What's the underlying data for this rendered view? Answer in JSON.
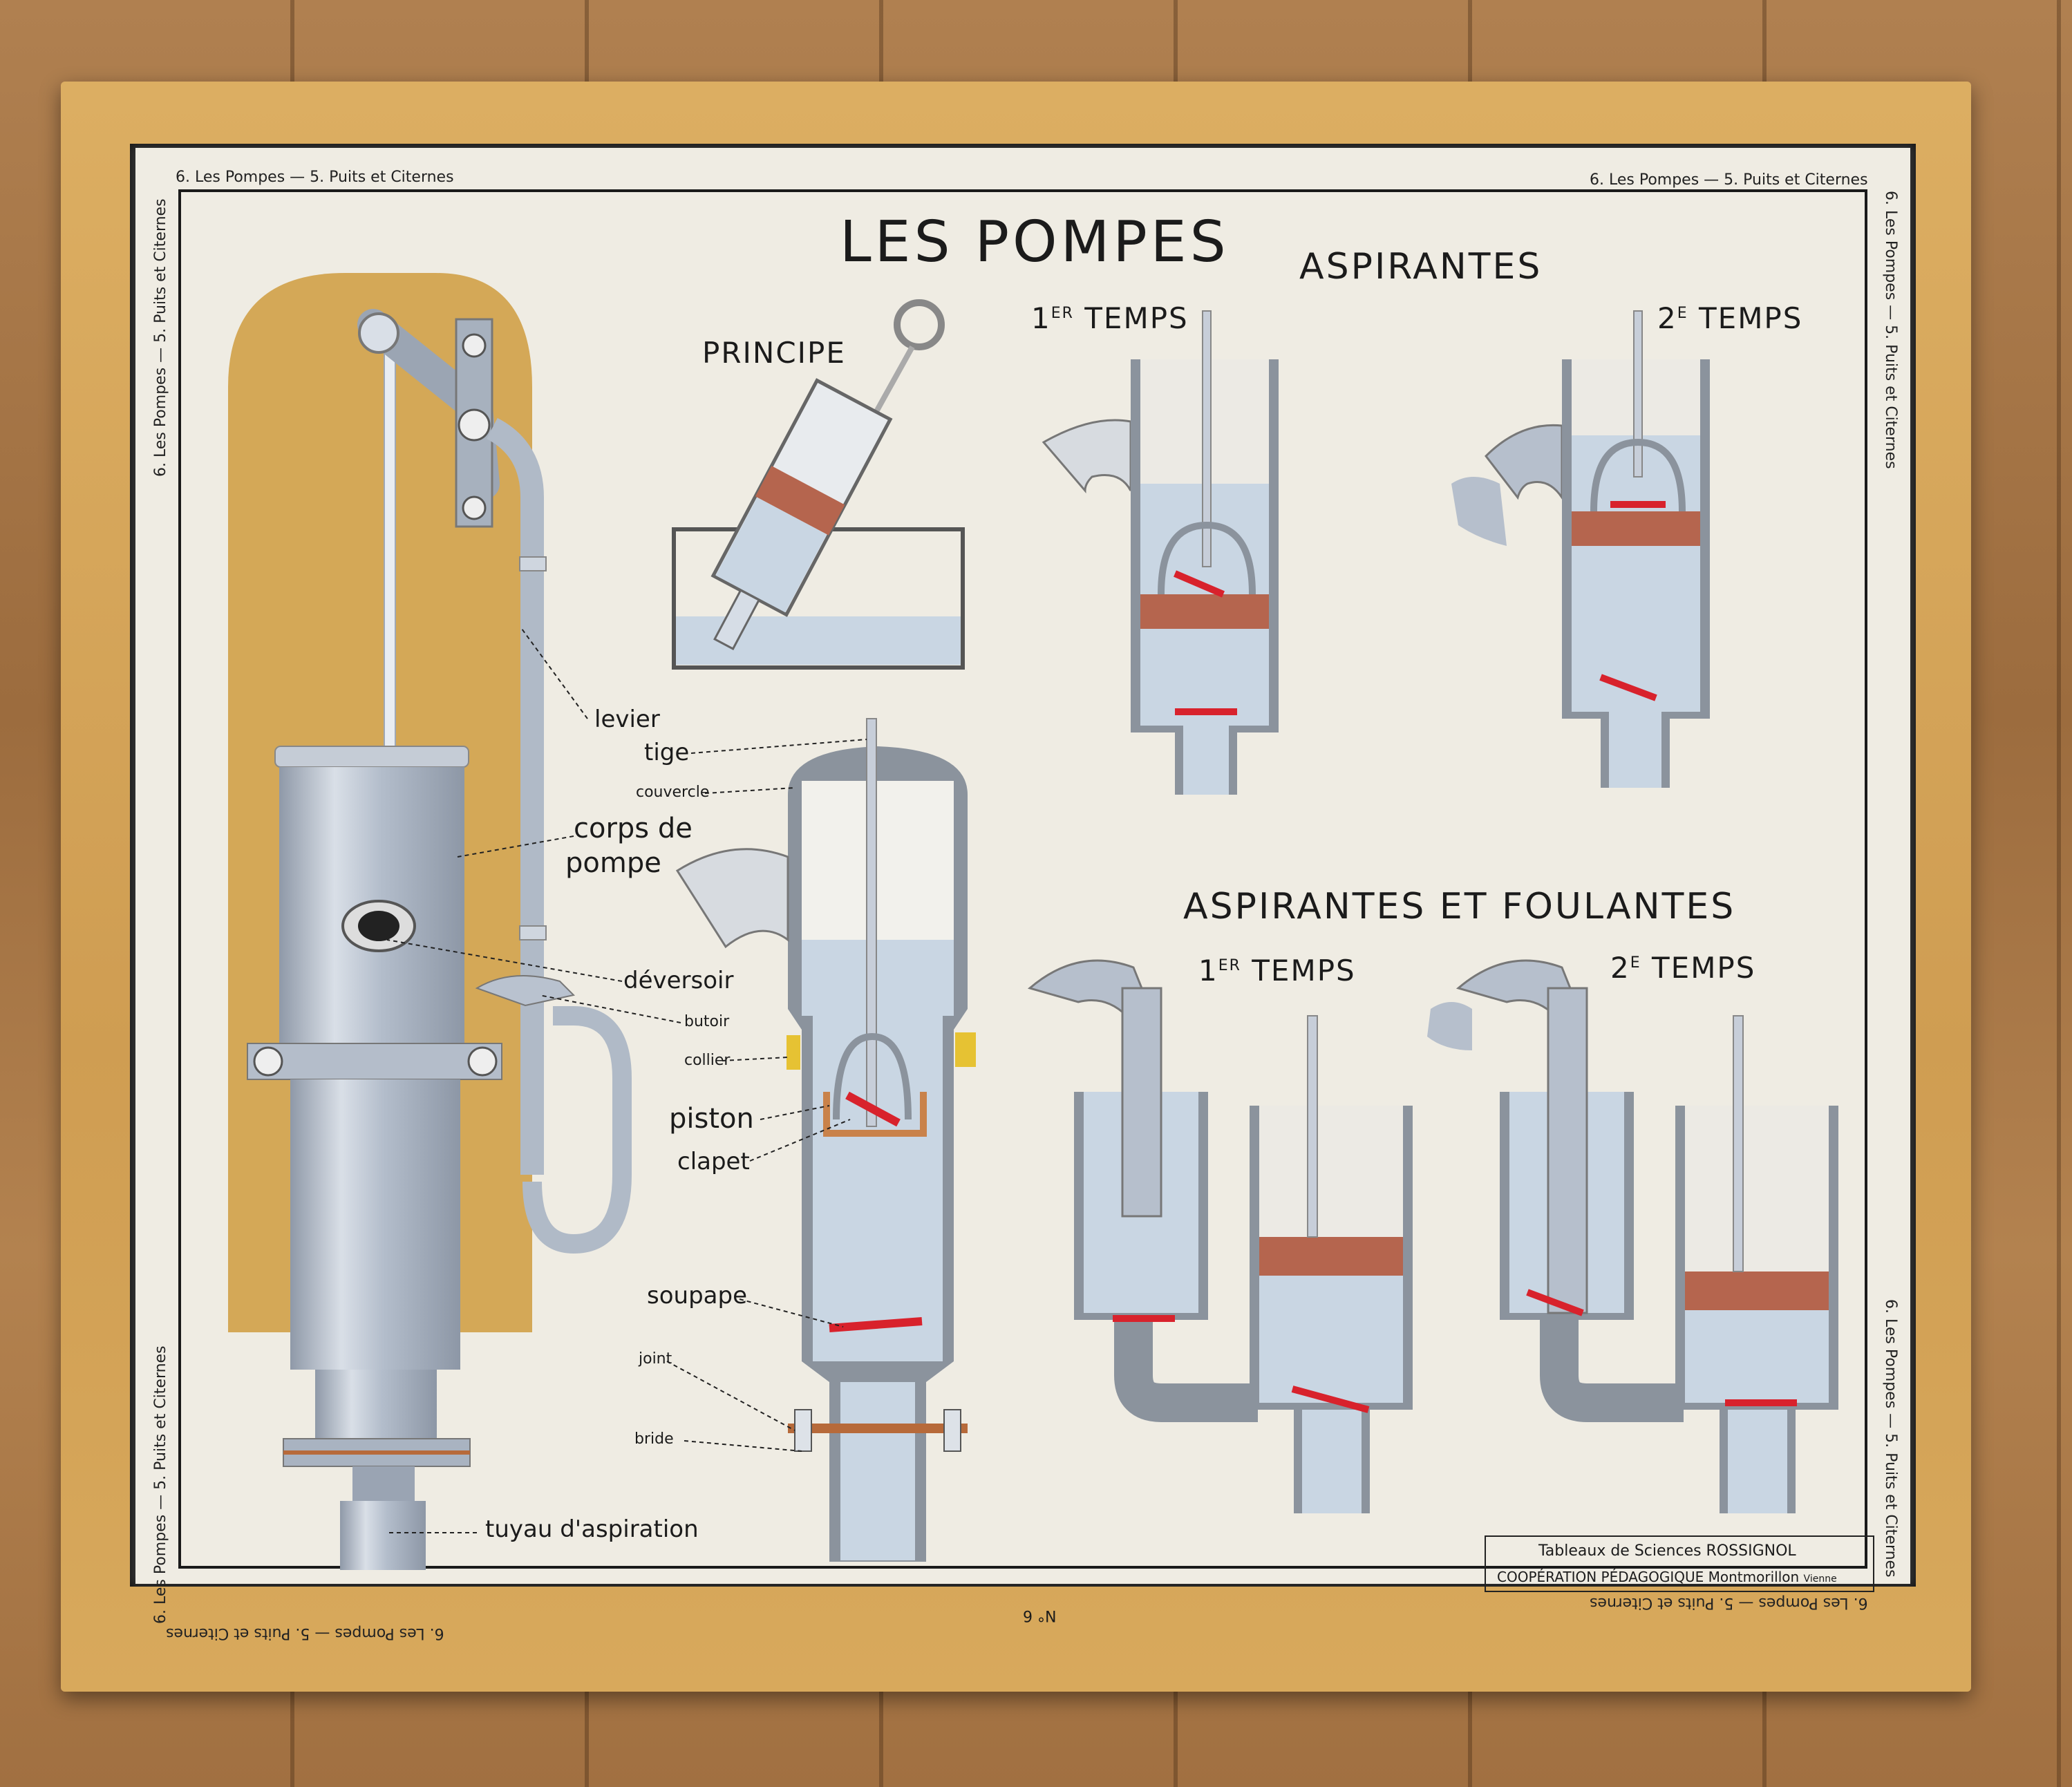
{
  "title": "LES POMPES",
  "edge_caption": "6. Les Pompes — 5. Puits et Citernes",
  "sections": {
    "aspirantes": "ASPIRANTES",
    "principe": "PRINCIPE",
    "temps1_sup": "ER",
    "temps2_sup": "E",
    "temps_word": "TEMPS",
    "temps1_prefix": "1",
    "temps2_prefix": "2",
    "aspirantes_foulantes": "ASPIRANTES ET FOULANTES"
  },
  "labels": {
    "levier": "levier",
    "tige": "tige",
    "couvercle": "couvercle",
    "corps_de": "corps de",
    "pompe": "pompe",
    "deversoir": "déversoir",
    "butoir": "butoir",
    "collier": "collier",
    "piston": "piston",
    "clapet": "clapet",
    "soupape": "soupape",
    "joint": "joint",
    "bride": "bride",
    "tuyau": "tuyau d'aspiration"
  },
  "credits": {
    "line1": "Tableaux de Sciences ROSSIGNOL",
    "line2": "COOPÉRATION PÉDAGOGIQUE",
    "line2b": "Montmorillon",
    "line2c": "Vienne"
  },
  "plate_number": "N° 6",
  "colors": {
    "paper": "#efece3",
    "ochre": "#d4a857",
    "metal": "#b9c2cf",
    "water": "#c9d6e3",
    "piston": "#b5654e",
    "valve": "#d8222c",
    "yellow": "#e6c233"
  }
}
